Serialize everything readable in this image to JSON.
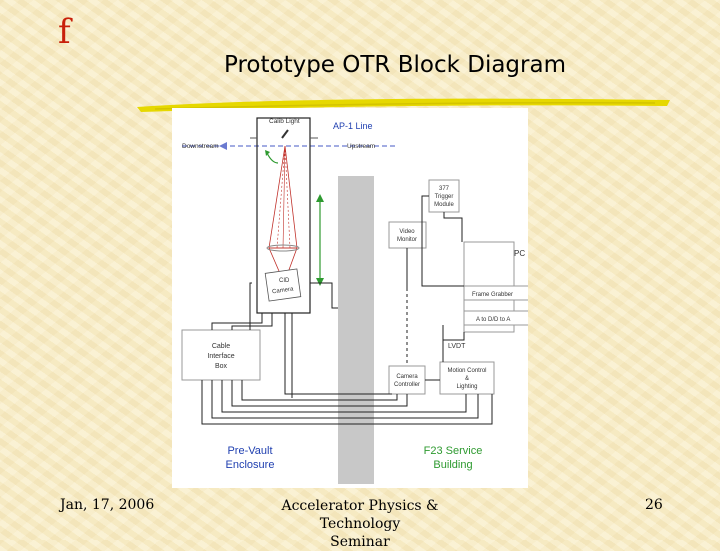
{
  "slide": {
    "bullet": "f",
    "title": "Prototype OTR Block Diagram",
    "footer_date": "Jan, 17, 2006",
    "footer_center_line1": "Accelerator Physics & Technology",
    "footer_center_line2": "Seminar",
    "page_number": "26"
  },
  "diagram": {
    "ap1_line": "AP-1 Line",
    "calib_light": "Calib Light",
    "downstream": "Downstream",
    "upstream": "Upstream",
    "trigger_module_l1": "377",
    "trigger_module_l2": "Trigger",
    "trigger_module_l3": "Module",
    "video_monitor_l1": "Video",
    "video_monitor_l2": "Monitor",
    "pc": "PC",
    "frame_grabber": "Frame Grabber",
    "a_to_d": "A to D/D to A",
    "cid_camera_l1": "CID",
    "cid_camera_l2": "Camera",
    "cable_box_l1": "Cable",
    "cable_box_l2": "Interface",
    "cable_box_l3": "Box",
    "lvdt": "LVDT",
    "camera_controller_l1": "Camera",
    "camera_controller_l2": "Controller",
    "motion_control_l1": "Motion Control",
    "motion_control_l2": "&",
    "motion_control_l3": "Lighting",
    "pre_vault_l1": "Pre-Vault",
    "pre_vault_l2": "Enclosure",
    "f23_l1": "F23 Service",
    "f23_l2": "Building"
  },
  "colors": {
    "bullet": "#c8200a",
    "underline": "#e6d800",
    "blue_label": "#1f3fb0",
    "green_label": "#2e9a30",
    "beam_red": "#c0302a",
    "wall_gray": "#c8c8c8"
  }
}
